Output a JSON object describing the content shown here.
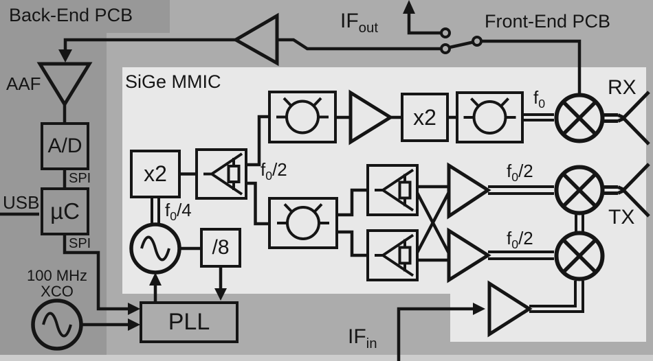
{
  "colors": {
    "backend_bg": "#989898",
    "frontend_bg": "#acacac",
    "mmic_bg": "#e8e8e8",
    "bottom_strip": "#cdcdcd",
    "line": "#151515"
  },
  "regions": {
    "backend_label": "Back-End PCB",
    "frontend_label": "Front-End PCB",
    "mmic_label": "SiGe MMIC"
  },
  "blocks": {
    "aaf": "AAF",
    "adc": "A/D",
    "uc": "µC",
    "usb": "USB",
    "spi_top": "SPI",
    "spi_bottom": "SPI",
    "xco_line1": "100 MHz",
    "xco_line2": "XCO",
    "pll": "PLL",
    "div8": "/8",
    "x2_lo": "x2",
    "x2_rx": "x2",
    "rx": "RX",
    "tx": "TX"
  },
  "signals": {
    "if_out": {
      "base": "IF",
      "sub": "out",
      "suffix": ""
    },
    "if_in": {
      "base": "IF",
      "sub": "in",
      "suffix": ""
    },
    "f0_rx": {
      "base": "f",
      "sub": "0",
      "suffix": ""
    },
    "f0_2_mid": {
      "base": "f",
      "sub": "0",
      "suffix": "/2"
    },
    "f0_4": {
      "base": "f",
      "sub": "0",
      "suffix": "/4"
    },
    "f0_2_tx_upper": {
      "base": "f",
      "sub": "0",
      "suffix": "/2"
    },
    "f0_2_tx_lower": {
      "base": "f",
      "sub": "0",
      "suffix": "/2"
    }
  }
}
